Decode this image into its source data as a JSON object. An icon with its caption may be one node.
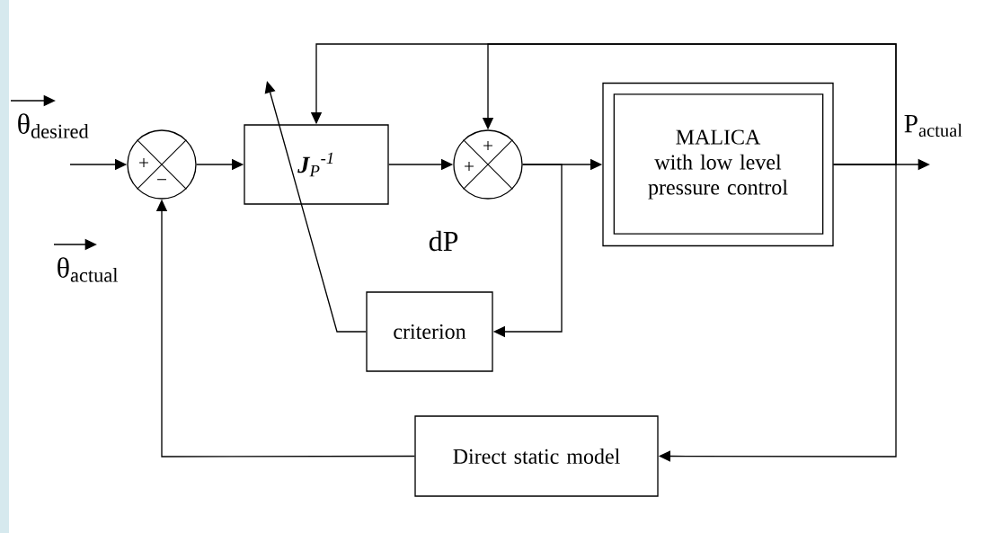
{
  "diagram": {
    "nodes": [
      {
        "text": [
          "+",
          "−"
        ]
      },
      {
        "text": [
          "**J**$_{P}$$^{-1}$"
        ]
      },
      {
        "text": [
          "+",
          "+"
        ]
      },
      {
        "text": [
          "MALICA with low level pressure control"
        ]
      },
      {
        "text": [
          "criterion"
        ]
      },
      {
        "text": [
          "Direct static model"
        ]
      }
    ],
    "edges": [
      {
        "from": null,
        "to": 0,
        "arrow": "to"
      },
      {
        "from": 0,
        "to": 1,
        "arrow": "to"
      },
      {
        "from": 1,
        "to": 2,
        "arrow": "to"
      },
      {
        "from": 2,
        "to": 3,
        "arrow": "to"
      },
      {
        "from": 2,
        "to": 4,
        "arrow": "to"
      },
      {
        "from": 3,
        "to": null,
        "arrow": "to"
      },
      {
        "from": 3,
        "to": 1,
        "arrow": "to"
      },
      {
        "from": 3,
        "to": 2,
        "arrow": "to"
      },
      {
        "from": 3,
        "to": 5,
        "arrow": "to"
      },
      {
        "from": 5,
        "to": 0,
        "arrow": "to"
      },
      {
        "from": 4,
        "to": null,
        "arrow": "to"
      }
    ],
    "labels": [
      "θ$_{desired}$",
      "θ$_{actual}$",
      "dP",
      "P$_{actual}$"
    ]
  }
}
